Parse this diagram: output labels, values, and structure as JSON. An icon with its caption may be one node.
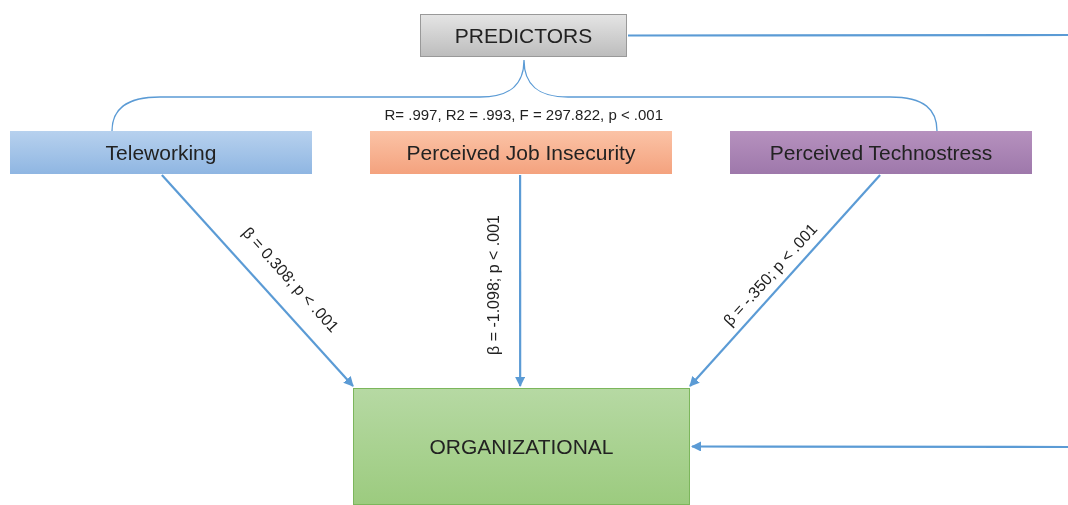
{
  "diagram": {
    "nodes": [
      {
        "text": [
          "PREDICTORS"
        ]
      },
      {
        "text": [
          "Teleworking"
        ]
      },
      {
        "text": [
          "Perceived Job Insecurity"
        ]
      },
      {
        "text": [
          "Perceived Technostress"
        ]
      },
      {
        "text": [
          "ORGANIZATIONAL"
        ]
      }
    ],
    "edges": [
      {
        "from": 1,
        "to": 4,
        "arrow": "to",
        "label": "β = 0.308; p < .001"
      },
      {
        "from": 2,
        "to": 4,
        "arrow": "to",
        "label": "β = -1.098; p < .001"
      },
      {
        "from": 3,
        "to": 4,
        "arrow": "to",
        "label": "β = -.350; p < .001"
      },
      {
        "from": 0,
        "to": null,
        "arrow": "none"
      },
      {
        "from": null,
        "to": 4,
        "arrow": "to"
      }
    ],
    "labels": [
      "R= .997, R2 = .993, F = 297.822, p < .001"
    ]
  }
}
